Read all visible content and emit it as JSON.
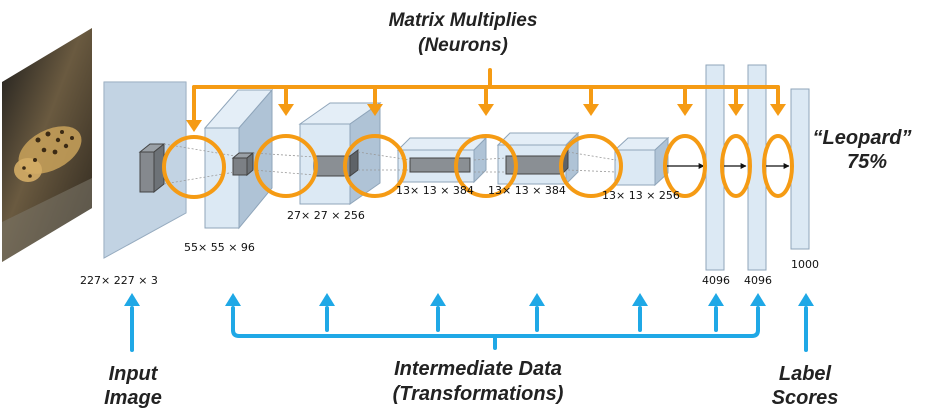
{
  "title": {
    "line1": "Matrix Multiplies",
    "line2": "(Neurons)"
  },
  "input_label": {
    "line1": "Input",
    "line2": "Image"
  },
  "intermediate_label": {
    "line1": "Intermediate Data",
    "line2": "(Transformations)"
  },
  "output_label": {
    "line1": "Label",
    "line2": "Scores"
  },
  "prediction": {
    "label": "“Leopard”",
    "confidence": "75%"
  },
  "dimensions": {
    "input": "227× 227 × 3",
    "conv1": "55× 55 × 96",
    "conv2": "27× 27 × 256",
    "conv3": "13× 13 × 384",
    "conv4": "13× 13 × 384",
    "conv5": "13× 13 × 256",
    "fc6": "4096",
    "fc7": "4096",
    "fc8": "1000"
  },
  "colors": {
    "orange": "#F59B14",
    "blue": "#1FA8E6",
    "layer_fill": "#DCE9F4",
    "layer_dark": "#AFC3D6",
    "layer_stroke": "#8FA5BA"
  },
  "icons": {
    "input_image": "leopard-photo",
    "arrows": "arrow-up-icon"
  }
}
